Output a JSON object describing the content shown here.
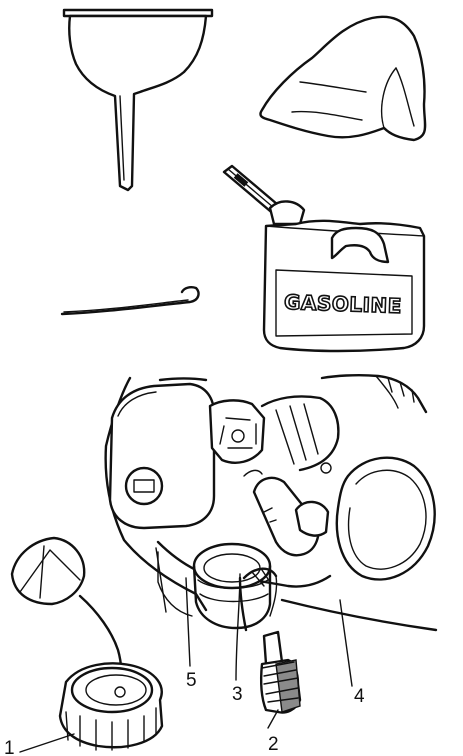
{
  "figure": {
    "can_label": "GASOLINE",
    "callouts": [
      {
        "id": "1",
        "text": "1"
      },
      {
        "id": "2",
        "text": "2"
      },
      {
        "id": "3",
        "text": "3"
      },
      {
        "id": "4",
        "text": "4"
      },
      {
        "id": "5",
        "text": "5"
      }
    ]
  }
}
